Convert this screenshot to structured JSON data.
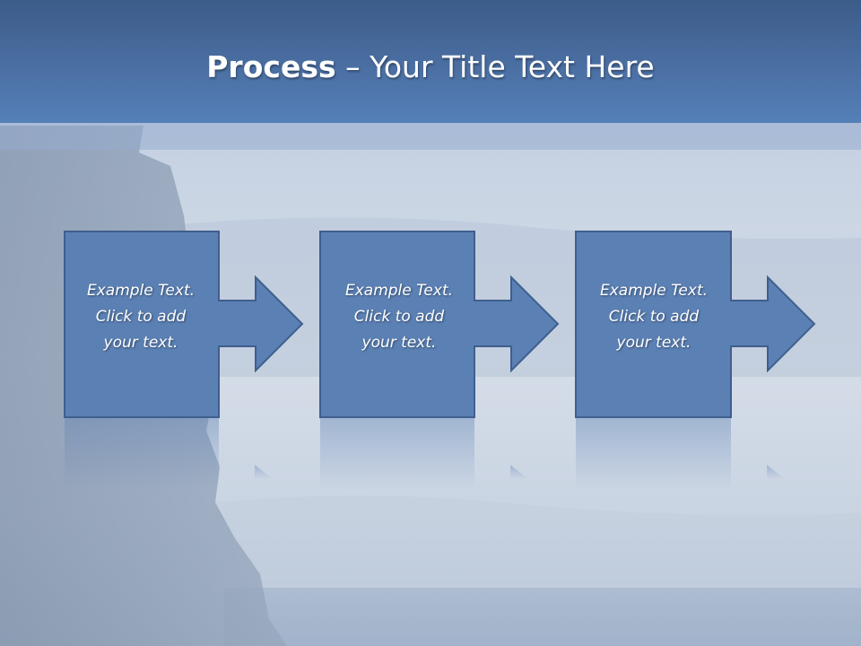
{
  "slide": {
    "title_strong": "Process",
    "title_rest": " – Your Title Text Here"
  },
  "steps": [
    {
      "lines": [
        "Example Text.",
        "Click  to add",
        "your text."
      ]
    },
    {
      "lines": [
        "Example Text.",
        "Click  to add",
        "your text."
      ]
    },
    {
      "lines": [
        "Example Text.",
        "Click  to add",
        "your text."
      ]
    }
  ],
  "colors": {
    "title_bar": "#4b6fa3",
    "shape_fill": "#5b80b4",
    "shape_border": "#3f5f8d"
  }
}
